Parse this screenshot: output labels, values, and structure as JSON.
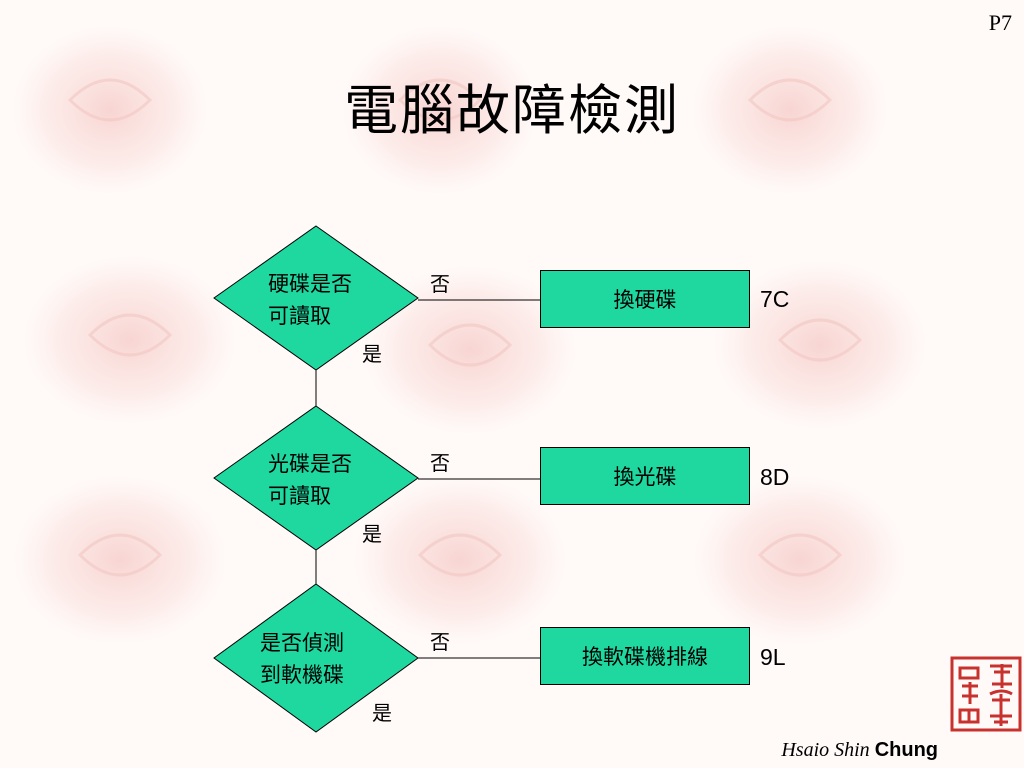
{
  "page_number": "P7",
  "title": "電腦故障檢測",
  "colors": {
    "shape_fill": "#1ed8a0",
    "rose_tint": "#f6c9c6",
    "seal": "#c8322e"
  },
  "decisions": [
    {
      "line1": "硬碟是否",
      "line2": "可讀取",
      "no_label": "否",
      "yes_label": "是",
      "action": "換硬碟",
      "code": "7C"
    },
    {
      "line1": "光碟是否",
      "line2": "可讀取",
      "no_label": "否",
      "yes_label": "是",
      "action": "換光碟",
      "code": "8D"
    },
    {
      "line1": "是否偵測",
      "line2": "到軟機碟",
      "no_label": "否",
      "yes_label": "是",
      "action": "換軟碟機排線",
      "code": "9L"
    }
  ],
  "author": {
    "first": "Hsaio Shin",
    "last": "Chung"
  },
  "seal_icon": "red-seal-stamp-icon"
}
